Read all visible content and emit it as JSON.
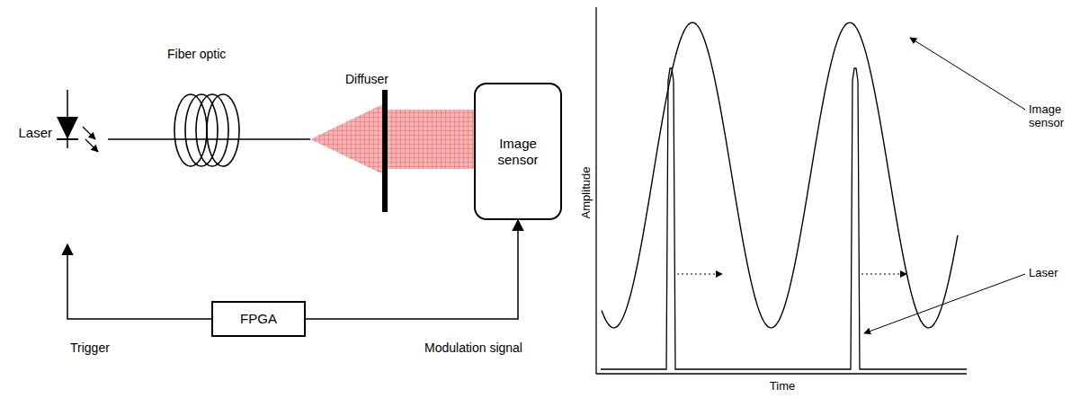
{
  "diagram": {
    "nodes": [
      {
        "text": [
          "Laser"
        ]
      },
      {
        "text": [
          "Image sensor"
        ]
      },
      {
        "text": [
          "FPGA"
        ]
      }
    ],
    "edges": [
      {
        "from": 2,
        "to": 0,
        "label": "Trigger",
        "arrow": "to"
      },
      {
        "from": 2,
        "to": 1,
        "label": "Modulation signal",
        "arrow": "to"
      }
    ],
    "labels": [
      "Fiber optic",
      "Diffuser",
      "Amplitude",
      "Time",
      "Image sensor",
      "Laser"
    ]
  }
}
